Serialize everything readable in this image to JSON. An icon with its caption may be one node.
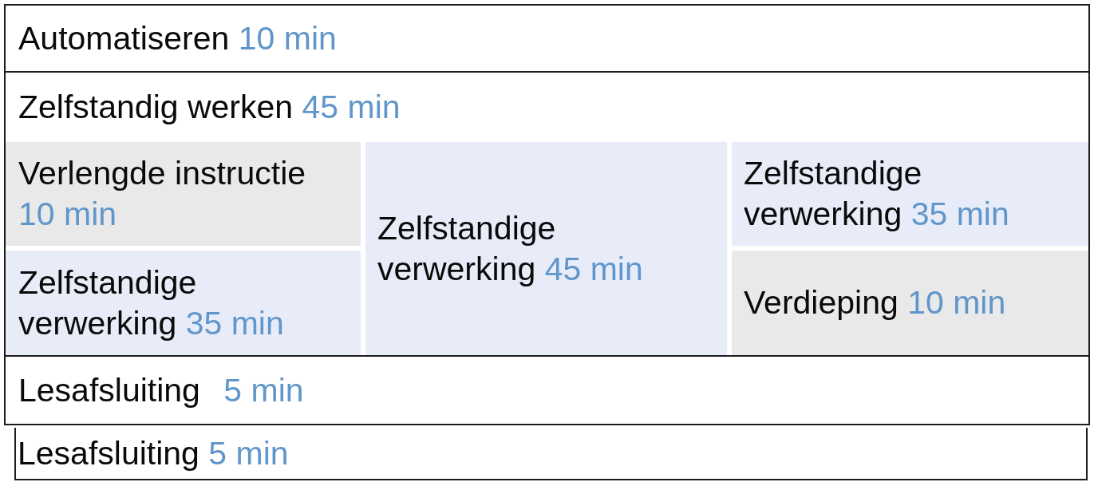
{
  "diagram": {
    "nodes": [
      {
        "text": [
          "Automatiseren",
          "10 min"
        ]
      },
      {
        "text": [
          "Zelfstandig werken",
          "45 min"
        ]
      },
      {
        "text": [
          "Verlengde instructie",
          "10 min"
        ],
        "in": 1
      },
      {
        "text": [
          "Zelfstandige verwerking",
          "35 min"
        ],
        "in": 1
      },
      {
        "text": [
          "Zelfstandige verwerking",
          "45 min"
        ],
        "in": 1
      },
      {
        "text": [
          "Zelfstandige verwerking",
          "35 min"
        ],
        "in": 1
      },
      {
        "text": [
          "Verdieping",
          "10 min"
        ],
        "in": 1
      },
      {
        "text": [
          "Lesafsluiting",
          "5 min"
        ]
      },
      {
        "text": [
          "Lesafsluiting",
          "5 min"
        ]
      }
    ]
  }
}
